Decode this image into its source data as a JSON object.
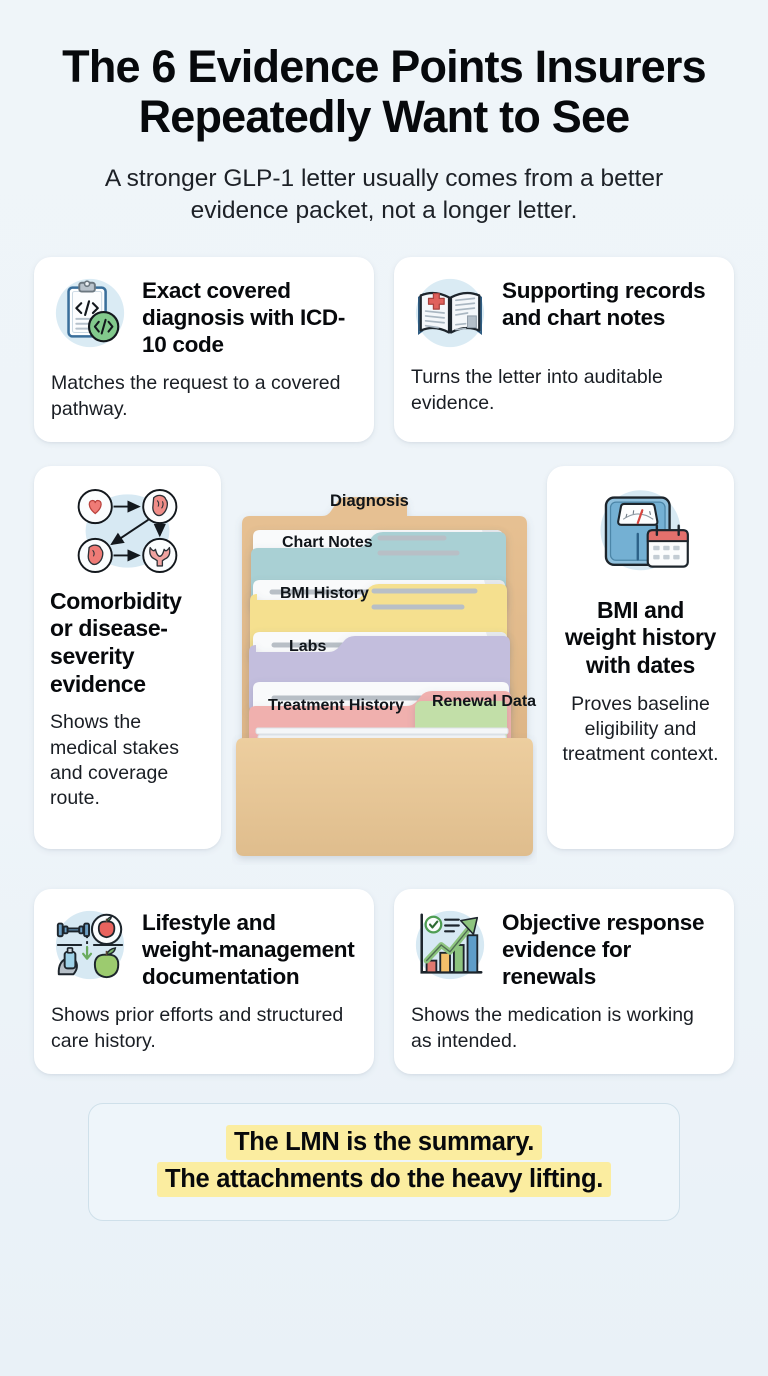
{
  "header": {
    "title": "The 6 Evidence Points Insurers Repeatedly Want to See",
    "subtitle": "A stronger GLP-1 letter usually comes from a better evidence packet, not a longer letter."
  },
  "cards": [
    {
      "icon": "clipboard-code-icon",
      "title": "Exact covered diagnosis with ICD-10 code",
      "desc": "Matches the request to a covered pathway."
    },
    {
      "icon": "medical-book-icon",
      "title": "Supporting records and chart notes",
      "desc": "Turns the letter into auditable evidence."
    },
    {
      "icon": "comorbidity-network-icon",
      "title": "Comorbidity or disease-severity evidence",
      "desc": "Shows the medical stakes and coverage route."
    },
    {
      "icon": "scale-calendar-icon",
      "title": "BMI and weight history with dates",
      "desc": "Proves baseline eligibility and treatment context."
    },
    {
      "icon": "lifestyle-fitness-icon",
      "title": "Lifestyle and weight-management documentation",
      "desc": "Shows prior efforts and structured care history."
    },
    {
      "icon": "growth-chart-icon",
      "title": "Objective response evidence for renewals",
      "desc": "Shows the medication is working as intended."
    }
  ],
  "folder": {
    "name": "evidence-packet-folder",
    "tabs": [
      {
        "label": "Diagnosis",
        "color": "#e2bc8e"
      },
      {
        "label": "Chart Notes",
        "color": "#a7cfd3"
      },
      {
        "label": "BMI History",
        "color": "#f5e08f"
      },
      {
        "label": "Labs",
        "color": "#c3bedd"
      },
      {
        "label": "Treatment History",
        "color": "#f0b0ae"
      },
      {
        "label": "Renewal Data",
        "color": "#c2dfa8"
      }
    ],
    "folder_color": "#e8c79b"
  },
  "banner": {
    "line1": "The LMN is the summary.",
    "line2": "The attachments do the heavy lifting.",
    "highlight_color": "#fbeda0"
  },
  "colors": {
    "background": "#eef4f9",
    "card_bg": "#ffffff",
    "icon_halo": "#d7e9f3",
    "title_text": "#07090c",
    "accent_green": "#7cc47f",
    "accent_blue": "#4a86b8",
    "accent_red": "#e0615c"
  }
}
